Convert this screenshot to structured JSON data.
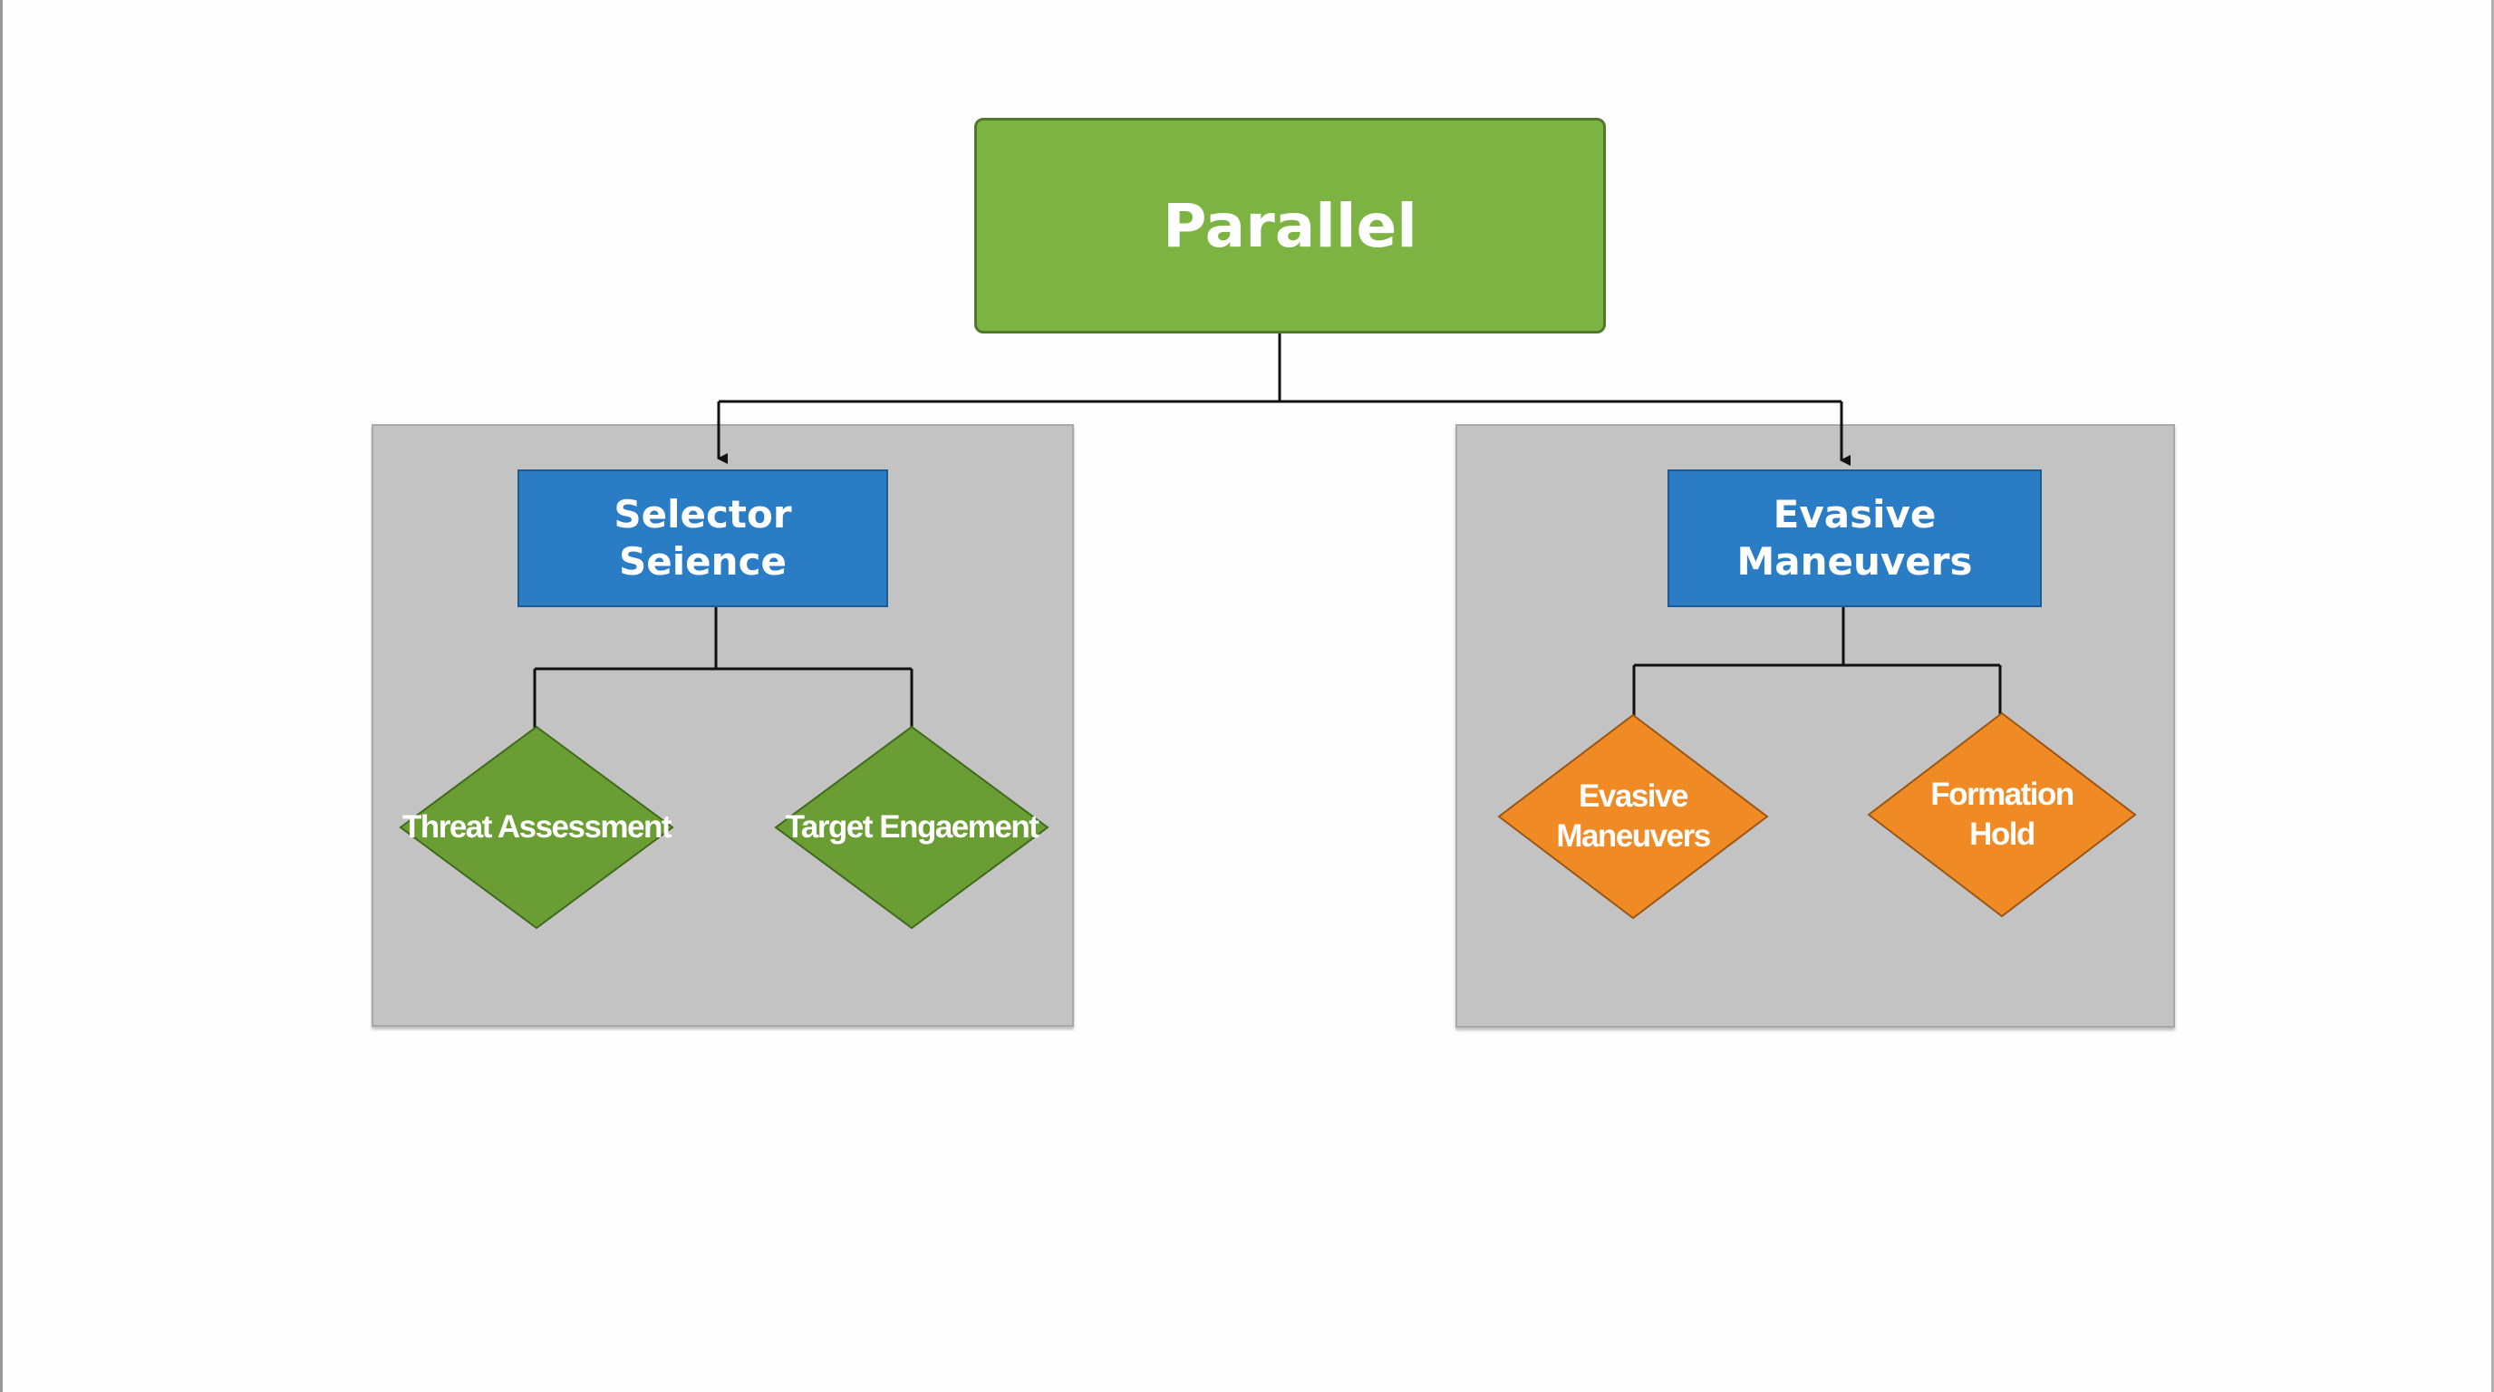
{
  "diagram": {
    "root": {
      "label": "Parallel"
    },
    "branches": [
      {
        "label_lines": [
          "Selector",
          "Seience"
        ],
        "children": [
          {
            "label_lines": [
              "Threat Assessment"
            ]
          },
          {
            "label_lines": [
              "Target Engaement"
            ]
          }
        ]
      },
      {
        "label_lines": [
          "Evasive",
          "Maneuvers"
        ],
        "children": [
          {
            "label_lines": [
              "Evasive",
              "Maneuvers"
            ]
          },
          {
            "label_lines": [
              "Formation",
              "Hold"
            ]
          }
        ]
      }
    ]
  },
  "colors": {
    "background": "#fefefe",
    "panel": "#c3c3c3",
    "root_fill": "#7cb342",
    "box_fill": "#2a7dc4",
    "green_diamond": "#6a9e35",
    "orange_diamond": "#f08a24",
    "connector": "#111111"
  }
}
